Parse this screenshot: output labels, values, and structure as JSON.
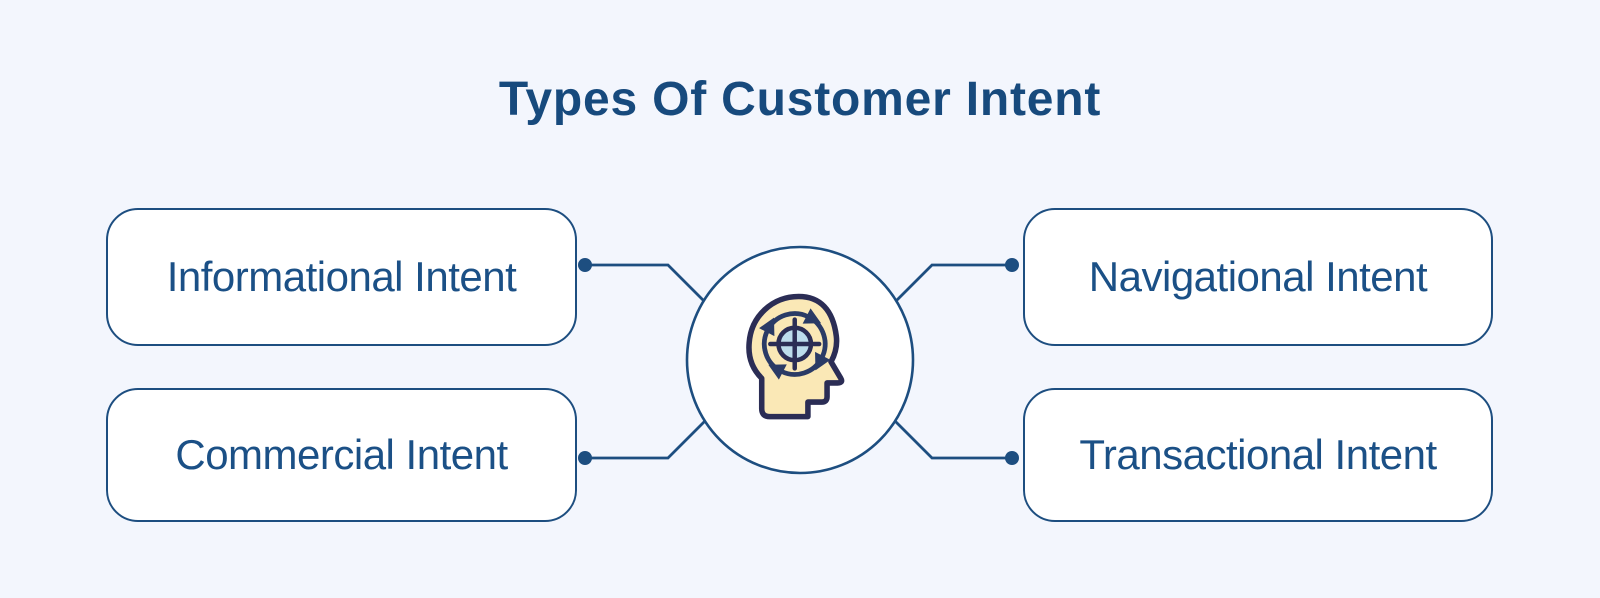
{
  "title": "Types Of Customer Intent",
  "boxes": [
    {
      "id": "informational",
      "label": "Informational Intent",
      "position": "top-left"
    },
    {
      "id": "commercial",
      "label": "Commercial Intent",
      "position": "bottom-left"
    },
    {
      "id": "navigational",
      "label": "Navigational Intent",
      "position": "top-right"
    },
    {
      "id": "transactional",
      "label": "Transactional Intent",
      "position": "bottom-right"
    }
  ],
  "center_icon": "head-with-target-cycle-icon",
  "colors": {
    "background": "#f3f6fd",
    "line_navy": "#1d4e80",
    "title_text": "#174a7d",
    "box_text": "#1b5086",
    "box_border": "#1d4e80",
    "box_fill": "#ffffff",
    "icon_outline": "#2b2d55",
    "icon_head_fill": "#fae8b6",
    "icon_target_fill": "#bddcec",
    "icon_arrow": "#2a3b66"
  }
}
